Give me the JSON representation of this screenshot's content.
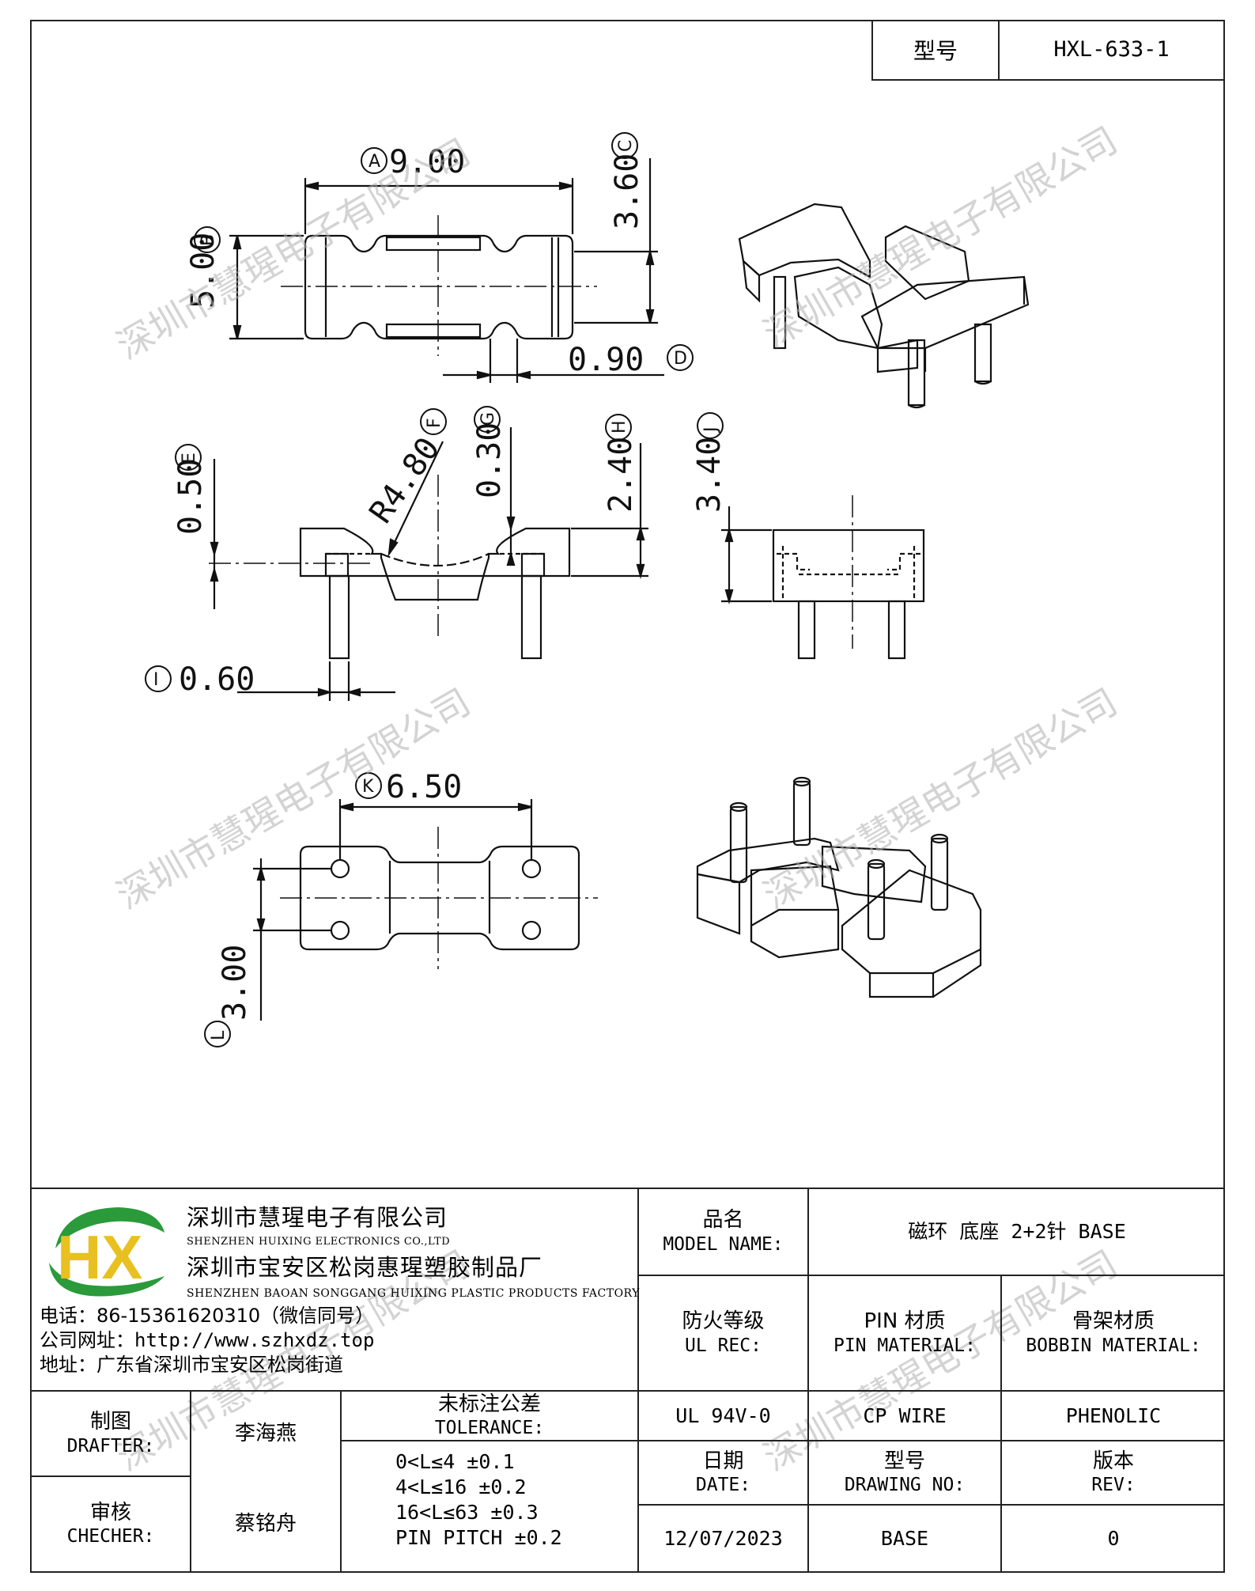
{
  "header": {
    "model_label": "型号",
    "model_value": "HXL-633-1"
  },
  "dimensions": {
    "A": {
      "circle": "A",
      "value": "9.00"
    },
    "B": {
      "circle": "B",
      "value": "5.00"
    },
    "C": {
      "circle": "C",
      "value": "3.60"
    },
    "D": {
      "circle": "D",
      "value": "0.90"
    },
    "E": {
      "circle": "E",
      "value": "0.50"
    },
    "F": {
      "circle": "F",
      "value": "R4.80"
    },
    "G": {
      "circle": "G",
      "value": "0.30"
    },
    "H": {
      "circle": "H",
      "value": "2.40"
    },
    "I": {
      "circle": "I",
      "value": "0.60"
    },
    "J": {
      "circle": "J",
      "value": "3.40"
    },
    "K": {
      "circle": "K",
      "value": "6.50"
    },
    "L": {
      "circle": "L",
      "value": "3.00"
    }
  },
  "watermark": "深圳市慧瑆电子有限公司",
  "company": {
    "logo_text": "HX",
    "name_cn": "深圳市慧瑆电子有限公司",
    "name_en": "SHENZHEN HUIXING ELECTRONICS CO.,LTD",
    "factory_cn": "深圳市宝安区松岗惠瑆塑胶制品厂",
    "factory_en": "SHENZHEN BAOAN SONGGANG HUIXING PLASTIC PRODUCTS FACTORY",
    "phone": "电话：86-15361620310（微信同号）",
    "website_label": "公司网址：",
    "website": "http://www.szhxdz.top",
    "address": "地址：广东省深圳市宝安区松岗街道"
  },
  "title_block": {
    "model_name_cn": "品名",
    "model_name_en": "MODEL NAME:",
    "model_name_value": "磁环 底座 2+2针 BASE",
    "ul_cn": "防火等级",
    "ul_en": "UL REC:",
    "pin_cn": "PIN 材质",
    "pin_en": "PIN MATERIAL:",
    "bobbin_cn": "骨架材质",
    "bobbin_en": "BOBBIN MATERIAL:",
    "ul_value": "UL 94V-0",
    "pin_value": "CP WIRE",
    "bobbin_value": "PHENOLIC",
    "drafter_cn": "制图",
    "drafter_en": "DRAFTER:",
    "drafter_value": "李海燕",
    "checker_cn": "审核",
    "checker_en": "CHECHER:",
    "checker_value": "蔡铭舟",
    "tolerance_cn": "未标注公差",
    "tolerance_en": "TOLERANCE:",
    "tolerance_lines": [
      "0<L≤4  ±0.1",
      "4<L≤16 ±0.2",
      "16<L≤63 ±0.3",
      "PIN PITCH ±0.2"
    ],
    "date_cn": "日期",
    "date_en": "DATE:",
    "drawing_cn": "型号",
    "drawing_en": "DRAWING NO:",
    "rev_cn": "版本",
    "rev_en": "REV:",
    "date_value": "12/07/2023",
    "drawing_value": "BASE",
    "rev_value": "0"
  }
}
